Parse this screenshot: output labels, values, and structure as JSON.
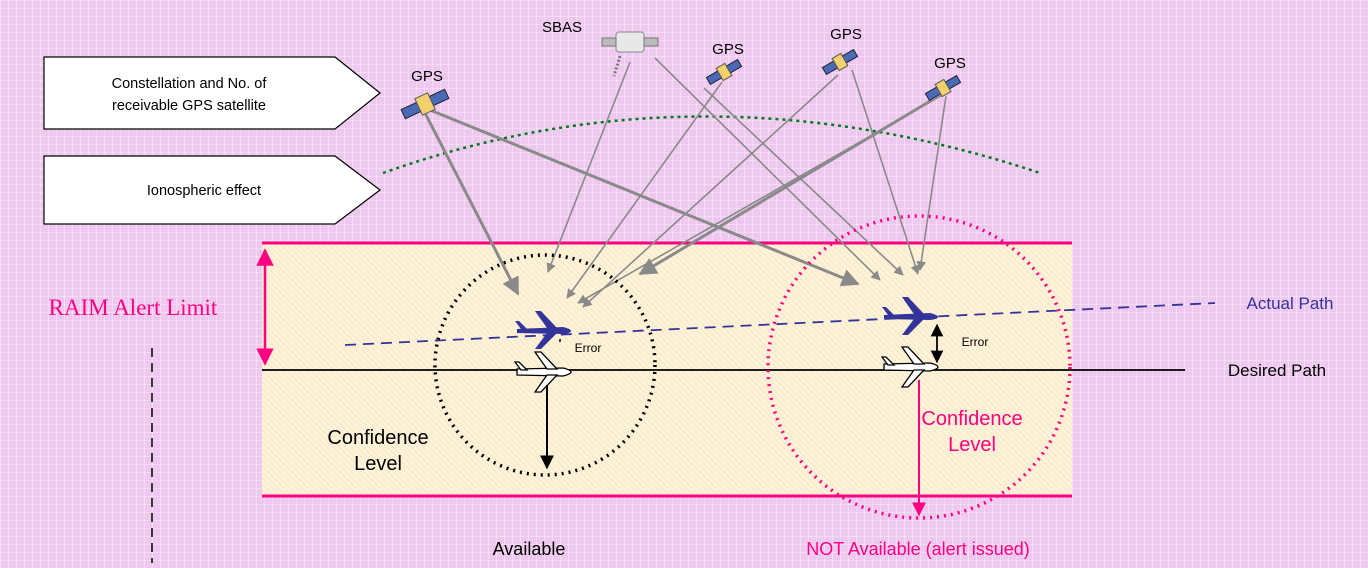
{
  "callouts": {
    "constellation": [
      "Constellation and No. of",
      "receivable GPS satellite"
    ],
    "ionosphere": "Ionospheric effect"
  },
  "satellites": {
    "sbas": "SBAS",
    "gps_1": "GPS",
    "gps_2": "GPS",
    "gps_3": "GPS",
    "gps_4": "GPS"
  },
  "labels": {
    "alert_limit": "RAIM Alert Limit",
    "actual_path": "Actual Path",
    "desired_path": "Desired Path",
    "error_left": "Error",
    "error_right": "Error",
    "confidence_left": [
      "Confidence",
      "Level"
    ],
    "confidence_right": [
      "Confidence",
      "Level"
    ],
    "available": "Available",
    "not_available": "NOT Available (alert issued)"
  },
  "colors": {
    "alert": "#ff0080",
    "actual_path": "#333399",
    "band_fill": "#fff3d6",
    "ionosphere": "#007a1a",
    "signal": "#8a8a8a"
  }
}
